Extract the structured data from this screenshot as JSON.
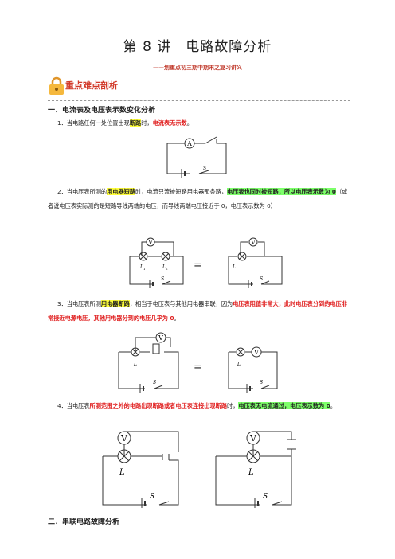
{
  "header": {
    "title": "第 8 讲　电路故障分析",
    "subtitle": "——划重点初三期中期末之复习讲义"
  },
  "banner": {
    "label": "重点难点剖析"
  },
  "section1": {
    "heading": "一．电流表及电压表示数变化分析",
    "item1": {
      "prefix": "1．当电路任何一处位置出现",
      "hl1": "断路",
      "mid": "时，",
      "red1": "电流表无示数",
      "end": "。"
    },
    "item2": {
      "prefix": "2．当电压表所测的",
      "hl1": "用电器短路",
      "mid": "时，电流只流被短路用电器那条路，",
      "hl2": "电压表也同时被短路，所以电压表示数为 0",
      "end": "（或者说电压表实际测的是短路导线两端的电压，而导线两端电压接近于 0，电压表示数为 0）"
    },
    "item3": {
      "prefix": "3．当电压表所测",
      "hl1": "用电器断路",
      "mid": "，相当于电压表与其他用电器串联，因为",
      "red1": "电压表阻值非常大，此时电压表分到的电压非常接近电源电压，其他用电器分到的电压几乎为 0",
      "end": "。"
    },
    "item4": {
      "prefix": "4．当电压表",
      "red1": "所测范围之外的电路出现断路或者电压表连接出现断路",
      "mid": "时，",
      "hl2": "电压表无电流通过，电压表示数为 0",
      "end": "。"
    }
  },
  "section2": {
    "heading": "二．串联电路故障分析"
  },
  "labels": {
    "ammeter": "A",
    "voltmeter": "V",
    "switch": "S",
    "lamp": "L",
    "lamp1": "L",
    "lamp1_sub": "1",
    "lamp2": "L",
    "lamp2_sub": "2",
    "equals": "="
  }
}
